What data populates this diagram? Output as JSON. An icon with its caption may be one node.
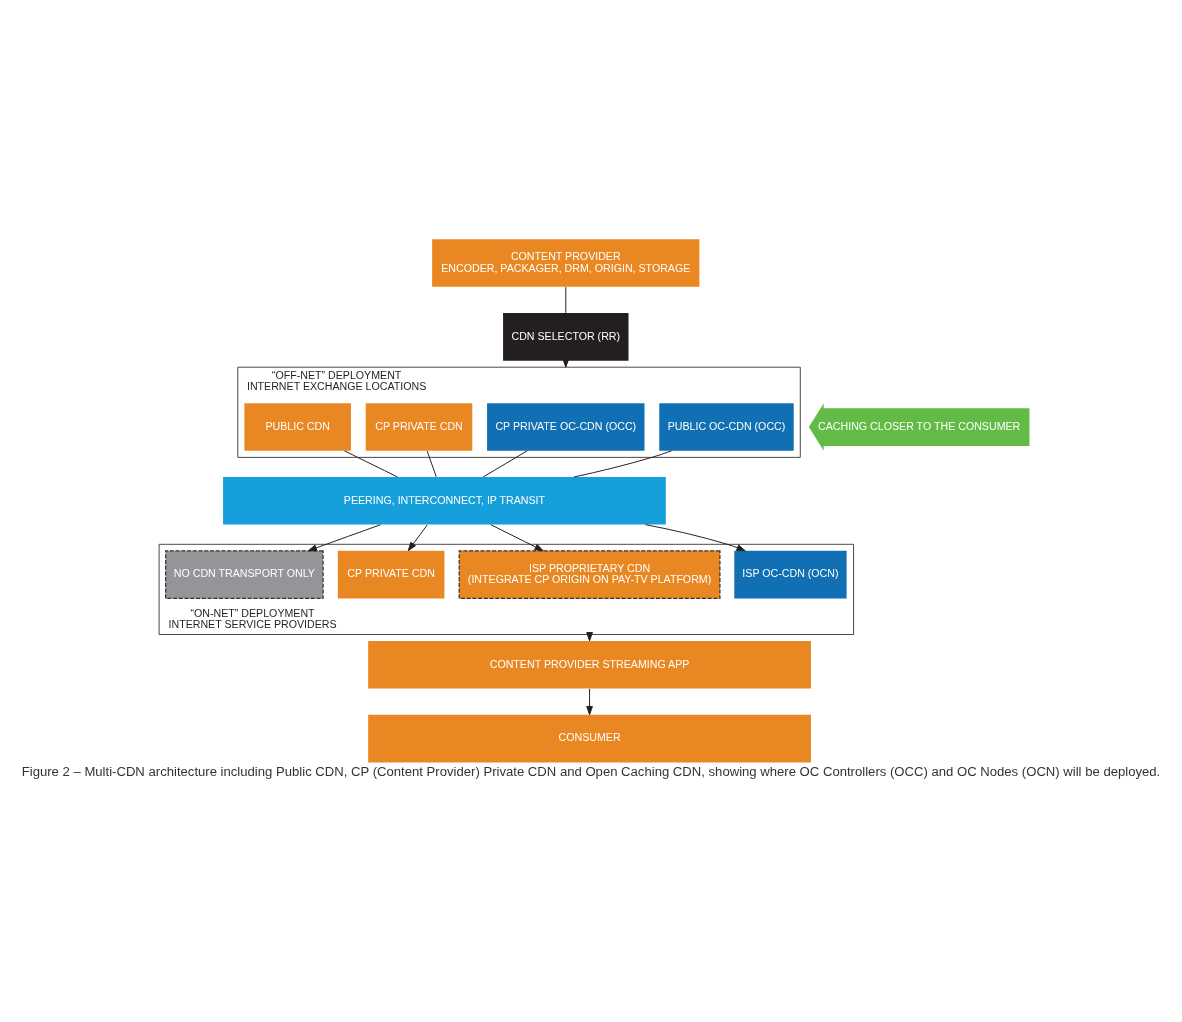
{
  "diagram": {
    "caption": "Figure 2 – Multi-CDN architecture including Public CDN, CP (Content Provider) Private CDN and Open Caching CDN, showing where OC Controllers (OCC) and OC Nodes (OCN) will be deployed.",
    "nodes": [
      {
        "text": [
          "CONTENT PROVIDER",
          "ENCODER, PACKAGER, DRM, ORIGIN, STORAGE"
        ]
      },
      {
        "text": [
          "CDN SELECTOR (RR)"
        ]
      },
      {
        "text": [
          "“OFF-NET” DEPLOYMENT",
          "INTERNET EXCHANGE LOCATIONS"
        ]
      },
      {
        "text": [
          "PUBLIC CDN"
        ],
        "in": 2
      },
      {
        "text": [
          "CP PRIVATE CDN"
        ],
        "in": 2
      },
      {
        "text": [
          "CP PRIVATE OC-CDN (OCC)"
        ],
        "in": 2
      },
      {
        "text": [
          "PUBLIC OC-CDN (OCC)"
        ],
        "in": 2
      },
      {
        "text": [
          "PEERING, INTERCONNECT, IP TRANSIT"
        ]
      },
      {
        "text": [
          "“ON-NET” DEPLOYMENT",
          "INTERNET SERVICE PROVIDERS"
        ]
      },
      {
        "text": [
          "NO CDN TRANSPORT ONLY"
        ],
        "in": 8
      },
      {
        "text": [
          "CP PRIVATE CDN"
        ],
        "in": 8
      },
      {
        "text": [
          "ISP PROPRIETARY CDN",
          "(INTEGRATE CP ORIGIN ON PAY-TV PLATFORM)"
        ],
        "in": 8
      },
      {
        "text": [
          "ISP OC-CDN (OCN)"
        ],
        "in": 8
      },
      {
        "text": [
          "CONTENT PROVIDER STREAMING APP"
        ]
      },
      {
        "text": [
          "CONSUMER"
        ]
      }
    ],
    "edges": [
      {
        "from": 0,
        "to": 1,
        "arrow": "none"
      },
      {
        "from": 1,
        "to": 2,
        "arrow": "to"
      },
      {
        "from": 3,
        "to": 7,
        "arrow": "none"
      },
      {
        "from": 4,
        "to": 7,
        "arrow": "none"
      },
      {
        "from": 5,
        "to": 7,
        "arrow": "none"
      },
      {
        "from": 6,
        "to": 7,
        "arrow": "none"
      },
      {
        "from": 7,
        "to": 9,
        "arrow": "to"
      },
      {
        "from": 7,
        "to": 10,
        "arrow": "to"
      },
      {
        "from": 7,
        "to": 11,
        "arrow": "to"
      },
      {
        "from": 7,
        "to": 12,
        "arrow": "to"
      },
      {
        "from": 8,
        "to": 13,
        "arrow": "to"
      },
      {
        "from": 13,
        "to": 14,
        "arrow": "to"
      }
    ],
    "labels": [
      "CACHING CLOSER TO THE CONSUMER"
    ]
  }
}
